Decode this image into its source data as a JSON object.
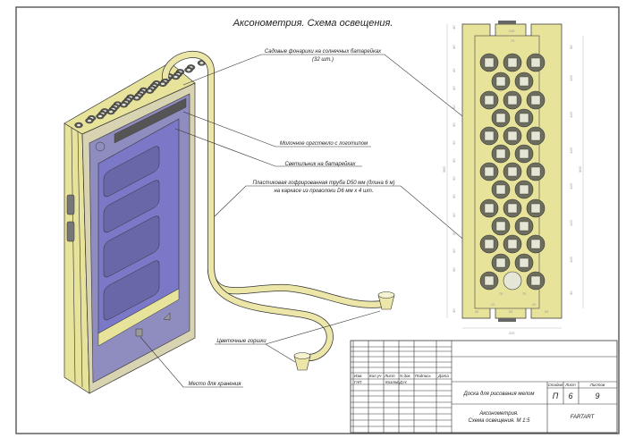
{
  "title": "Аксонометрия. Схема освещения.",
  "callouts": {
    "garden_lights": "Садовые фонарики на солнечных батарейках",
    "garden_lights_count": "(32 шт.)",
    "plexiglass": "Молочное оргстекло с логотипом",
    "battery_lamp": "Светильник на батарейках",
    "pipe_line1": "Пластиковая гофрированная труба D50 мм (длина 6 м)",
    "pipe_line2": "на каркасе из проволоки D6 мм х 4 шт.",
    "flower_pots": "Цветочные горшки",
    "storage": "Место для хранения"
  },
  "plan_dimensions": {
    "top_width": "245",
    "spacing_top": "75",
    "overall_height": "980",
    "inner_height": "900",
    "left_spacing": [
      "40",
      "90",
      "60",
      "60",
      "60",
      "60",
      "60",
      "60",
      "60",
      "60",
      "60",
      "60",
      "60",
      "90",
      "40"
    ],
    "right_spacing": [
      "90",
      "120",
      "120",
      "120",
      "120",
      "120",
      "120",
      "90"
    ],
    "bottom_spacing": [
      "78",
      "78"
    ],
    "bottom_gaps": [
      "20",
      "20"
    ],
    "bottom_segments": [
      "95",
      "95",
      "95"
    ],
    "total_width": "325"
  },
  "title_block": {
    "headers": [
      "Изм.",
      "Кол.уч",
      "Лист",
      "N док.",
      "Подпись",
      "Дата"
    ],
    "role": "ГАП",
    "author": "Козлов Д.Н.",
    "project": "Доска для рисования мелом",
    "sheet_title_line1": "Аксонометрия.",
    "sheet_title_line2": "Схема освещения. М 1:5",
    "stage_label": "Стадия",
    "sheet_label": "Лист",
    "sheets_label": "Листов",
    "stage": "П",
    "sheet": "6",
    "sheets": "9",
    "company": "FARTART"
  },
  "colors": {
    "board": "#e8e39a",
    "screen": "#7b78c8",
    "light": "#6e6e5e",
    "outline": "#333333"
  }
}
